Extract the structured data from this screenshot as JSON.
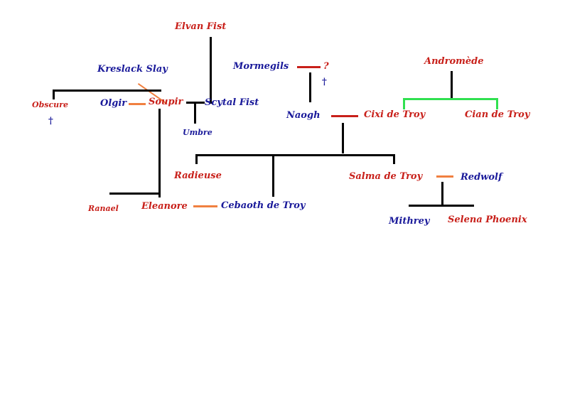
{
  "colors": {
    "red": "#c8201a",
    "blue": "#1a1a9a",
    "black": "#000000",
    "orange": "#f08040",
    "green": "#30e050"
  },
  "people": {
    "elvan_fist": "Elvan Fist",
    "kreslack_slay": "Kreslack Slay",
    "mormegils": "Mormegils",
    "unknown": "?",
    "dagger_unknown": "†",
    "andromede": "Andromède",
    "obscure": "Obscure",
    "dagger_obscure": "†",
    "olgir": "Olgir",
    "soupir": "Soupir",
    "scytal_fist": "Scytal Fist",
    "naogh": "Naogh",
    "cixi_de_troy": "Cixi de Troy",
    "cian_de_troy": "Cian de Troy",
    "umbre": "Umbre",
    "radieuse": "Radieuse",
    "salma_de_troy": "Salma de Troy",
    "redwolf": "Redwolf",
    "ranael": "Ranael",
    "eleanore": "Eleanore",
    "cebaoth_de_troy": "Cebaoth de Troy",
    "mithrey": "Mithrey",
    "selena_phoenix": "Selena Phoenix"
  }
}
